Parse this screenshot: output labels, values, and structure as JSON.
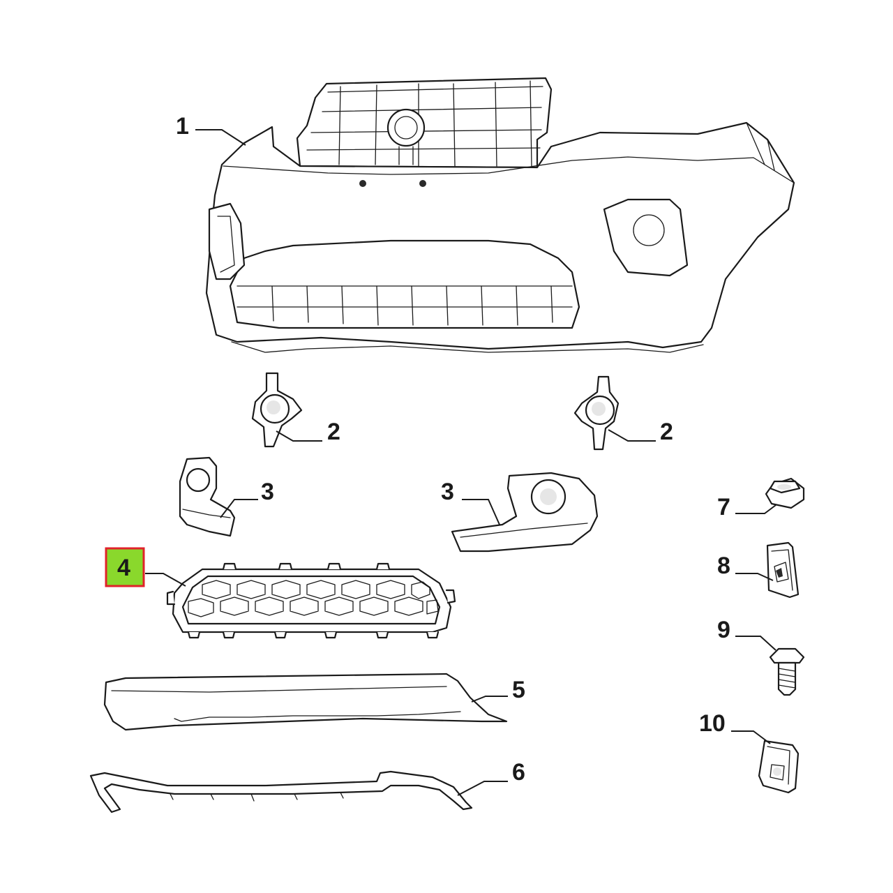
{
  "diagram": {
    "highlight": {
      "fill": "#8ad82c",
      "border": "#e0222a"
    },
    "callouts": [
      {
        "id": "label-1",
        "text": "1"
      },
      {
        "id": "label-2-left",
        "text": "2"
      },
      {
        "id": "label-2-right",
        "text": "2"
      },
      {
        "id": "label-3-left",
        "text": "3"
      },
      {
        "id": "label-3-right",
        "text": "3"
      },
      {
        "id": "label-4",
        "text": "4",
        "highlighted": true
      },
      {
        "id": "label-5",
        "text": "5"
      },
      {
        "id": "label-6",
        "text": "6"
      },
      {
        "id": "label-7",
        "text": "7"
      },
      {
        "id": "label-8",
        "text": "8"
      },
      {
        "id": "label-9",
        "text": "9"
      },
      {
        "id": "label-10",
        "text": "10"
      }
    ]
  }
}
